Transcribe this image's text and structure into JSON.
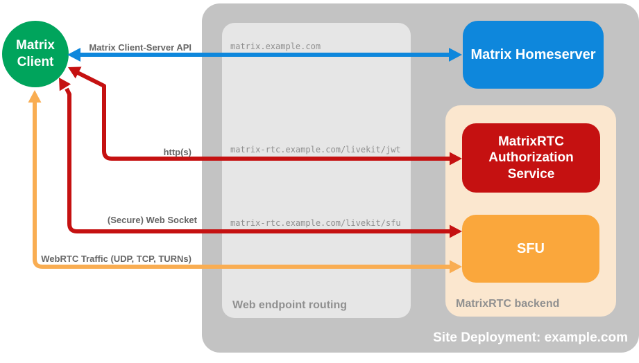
{
  "colors": {
    "client_green": "#00A45C",
    "homeserver_blue": "#0E87DC",
    "auth_red": "#C51111",
    "sfu_orange": "#FAA73C",
    "backend_peach": "#FBE7CF",
    "container_gray": "#C3C3C3",
    "panel_gray": "#E6E6E6",
    "arrow_orange": "#F9AD52",
    "label_gray": "#666666",
    "url_gray": "#8F8F8F",
    "section_label_gray": "#909090"
  },
  "nodes": {
    "client": {
      "label": "Matrix Client"
    },
    "homeserver": {
      "label": "Matrix Homeserver"
    },
    "auth_service": {
      "label": "MatrixRTC Authorization Service"
    },
    "sfu": {
      "label": "SFU"
    }
  },
  "containers": {
    "site": {
      "label": "Site Deployment: example.com"
    },
    "routing": {
      "label": "Web endpoint routing"
    },
    "backend": {
      "label": "MatrixRTC backend"
    }
  },
  "endpoints": [
    "matrix.example.com",
    "matrix-rtc.example.com/livekit/jwt",
    "matrix-rtc.example.com/livekit/sfu"
  ],
  "arrows": [
    {
      "label": "Matrix Client-Server API",
      "color": "#0E87DC",
      "from": "Matrix Client",
      "to": "Matrix Homeserver",
      "endpoint": "matrix.example.com",
      "bidirectional": true
    },
    {
      "label": "http(s)",
      "color": "#C51111",
      "from": "Matrix Client",
      "to": "MatrixRTC Authorization Service",
      "endpoint": "matrix-rtc.example.com/livekit/jwt",
      "bidirectional": true
    },
    {
      "label": "(Secure) Web Socket",
      "color": "#C51111",
      "from": "Matrix Client",
      "to": "SFU",
      "endpoint": "matrix-rtc.example.com/livekit/sfu",
      "bidirectional": true
    },
    {
      "label": "WebRTC Traffic (UDP, TCP, TURNs)",
      "color": "#F9AD52",
      "from": "Matrix Client",
      "to": "SFU",
      "bidirectional": true
    }
  ]
}
